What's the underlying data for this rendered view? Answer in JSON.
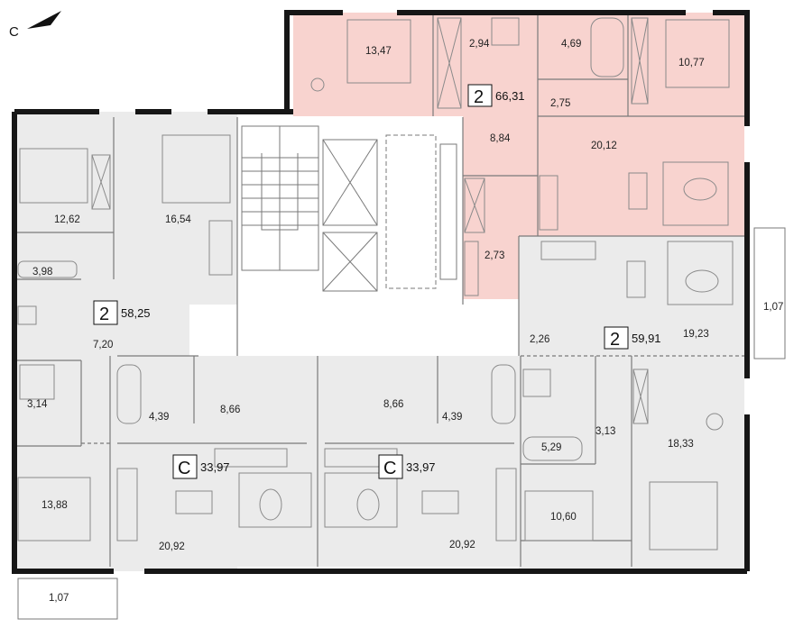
{
  "compass": {
    "label": "С"
  },
  "apartments": [
    {
      "id": "apt-a",
      "rooms": "2",
      "area": "66,31",
      "highlight_color": "#f8d3cf"
    },
    {
      "id": "apt-b",
      "rooms": "2",
      "area": "58,25"
    },
    {
      "id": "apt-c",
      "rooms": "2",
      "area": "59,91"
    },
    {
      "id": "apt-d",
      "rooms": "С",
      "area": "33,97"
    },
    {
      "id": "apt-e",
      "rooms": "С",
      "area": "33,97"
    }
  ],
  "rooms": {
    "a_bedroom": "13,47",
    "a_bath": "2,94",
    "a_wc": "4,69",
    "a_room": "10,77",
    "a_hall": "2,75",
    "a_corridor": "8,84",
    "a_living": "20,12",
    "a_storage": "2,73",
    "b_bedroom1": "12,62",
    "b_bedroom2": "16,54",
    "b_bath": "3,98",
    "b_hall": "7,20",
    "b_wc": "3,14",
    "b_room": "13,88",
    "c_hall": "2,26",
    "c_living": "19,23",
    "c_corridor": "3,13",
    "c_bath": "5,29",
    "c_bedroom1": "18,33",
    "c_bedroom2": "10,60",
    "d_bath": "4,39",
    "d_hall": "8,66",
    "d_living": "20,92",
    "e_bath": "4,39",
    "e_hall": "8,66",
    "e_living": "20,92"
  },
  "balconies": {
    "right": "1,07",
    "bottom": "1,07"
  },
  "colors": {
    "wall": "#161616",
    "floor": "#ebebeb",
    "highlight": "#f8d3cf",
    "line": "#7a7a7a"
  }
}
